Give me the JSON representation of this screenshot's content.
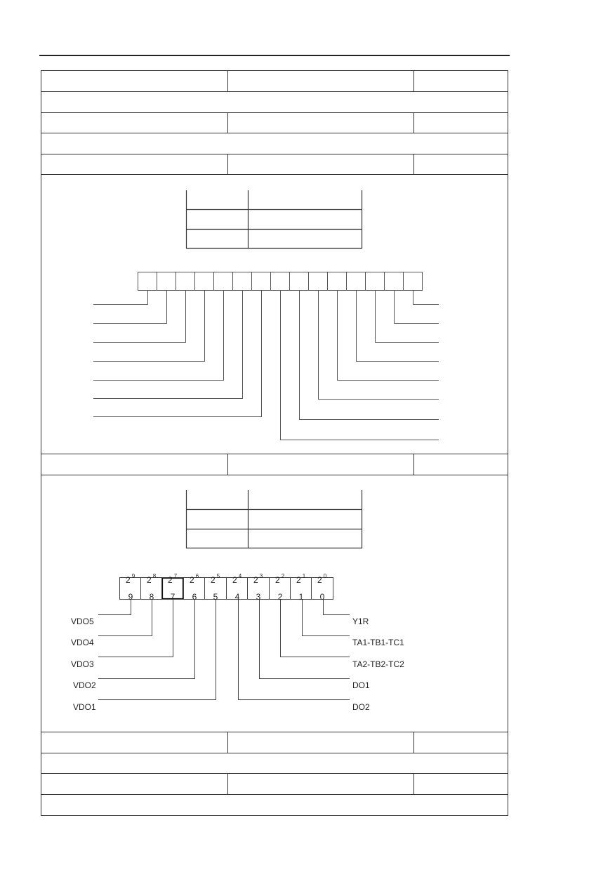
{
  "diagram_b": {
    "bits": [
      {
        "base": "2",
        "exp": "9",
        "num": "9"
      },
      {
        "base": "2",
        "exp": "8",
        "num": "8"
      },
      {
        "base": "2",
        "exp": "7",
        "num": "7"
      },
      {
        "base": "2",
        "exp": "6",
        "num": "6"
      },
      {
        "base": "2",
        "exp": "5",
        "num": "5"
      },
      {
        "base": "2",
        "exp": "4",
        "num": "4"
      },
      {
        "base": "2",
        "exp": "3",
        "num": "3"
      },
      {
        "base": "2",
        "exp": "2",
        "num": "2"
      },
      {
        "base": "2",
        "exp": "1",
        "num": "1"
      },
      {
        "base": "2",
        "exp": "0",
        "num": "0"
      }
    ],
    "left_labels": [
      "VDO5",
      "VDO4",
      "VDO3",
      "VDO2",
      "VDO1"
    ],
    "right_labels": [
      "Y1R",
      "TA1-TB1-TC1",
      "TA2-TB2-TC2",
      "DO1",
      "DO2"
    ]
  }
}
